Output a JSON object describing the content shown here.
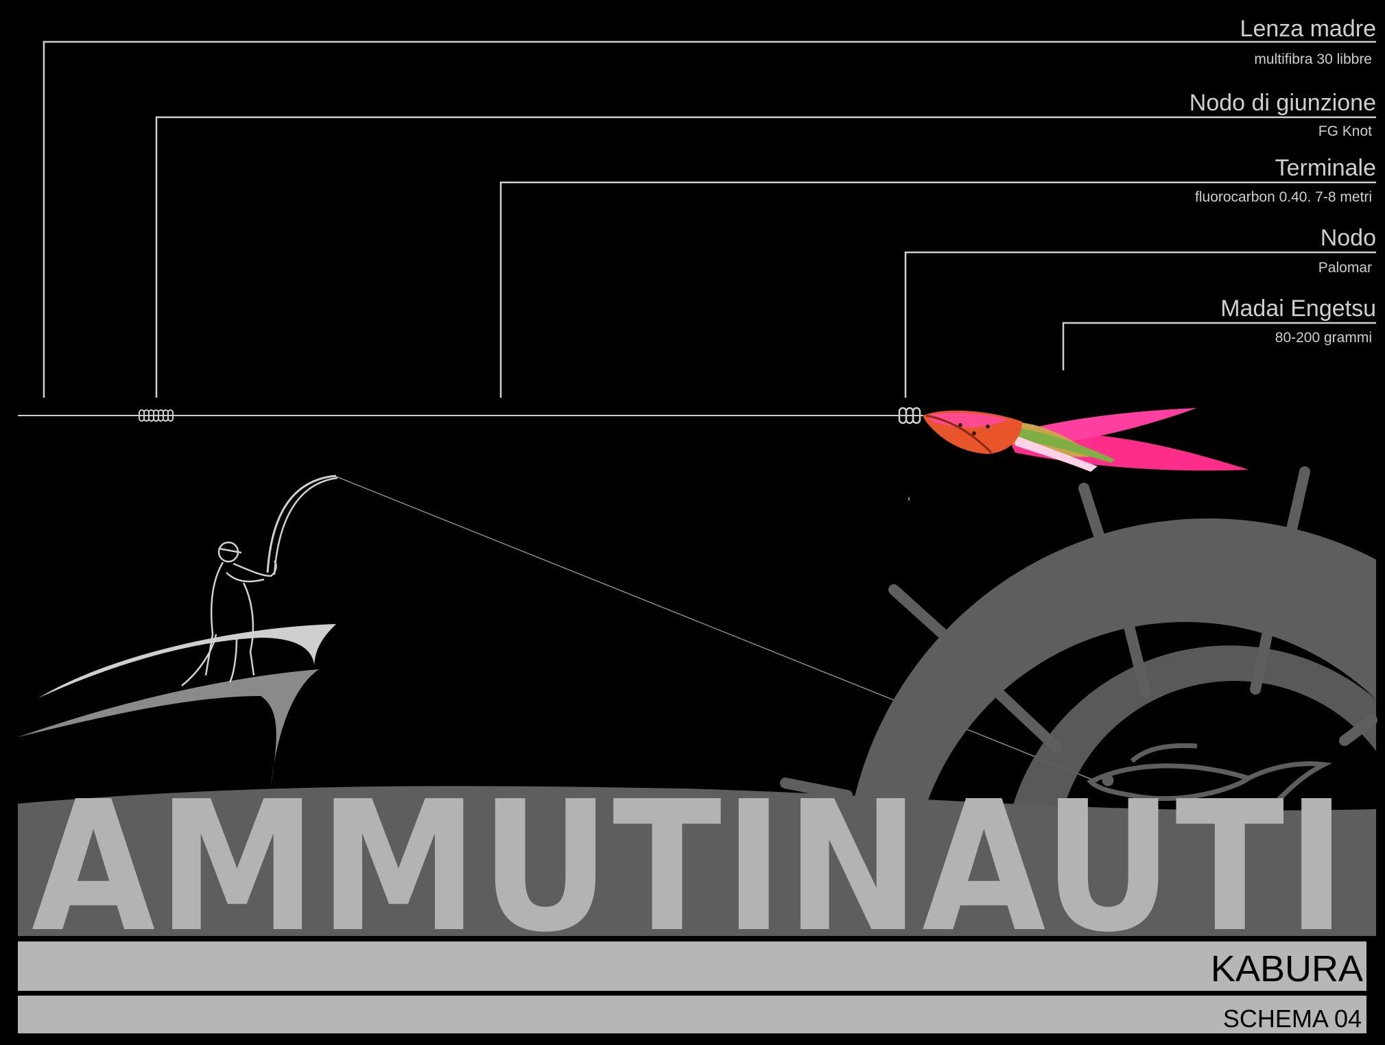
{
  "labels": [
    {
      "title": "Lenza madre",
      "subtitle": "multifibra 30 libbre"
    },
    {
      "title": "Nodo di giunzione",
      "subtitle": "FG Knot"
    },
    {
      "title": "Terminale",
      "subtitle": "fluorocarbon 0.40. 7-8 metri"
    },
    {
      "title": "Nodo",
      "subtitle": "Palomar"
    },
    {
      "title": "Madai Engetsu",
      "subtitle": "80-200 grammi"
    }
  ],
  "brand": {
    "name": "AMMUTINAUTI"
  },
  "footer": {
    "title": "KABURA",
    "subtitle": "SCHEMA 04"
  },
  "colors": {
    "background": "#000000",
    "line": "#d0d0d0",
    "wheel": "#5e5e5e",
    "brand_text": "#b3b3b3",
    "band": "#b6b6b6",
    "lure_pink": "#ff2d8a",
    "lure_orange": "#e8552a"
  },
  "icons": [
    "fisherman-icon",
    "boat-icon",
    "ship-wheel-icon",
    "fish-icon",
    "kabura-lure-icon",
    "knot-icon"
  ]
}
